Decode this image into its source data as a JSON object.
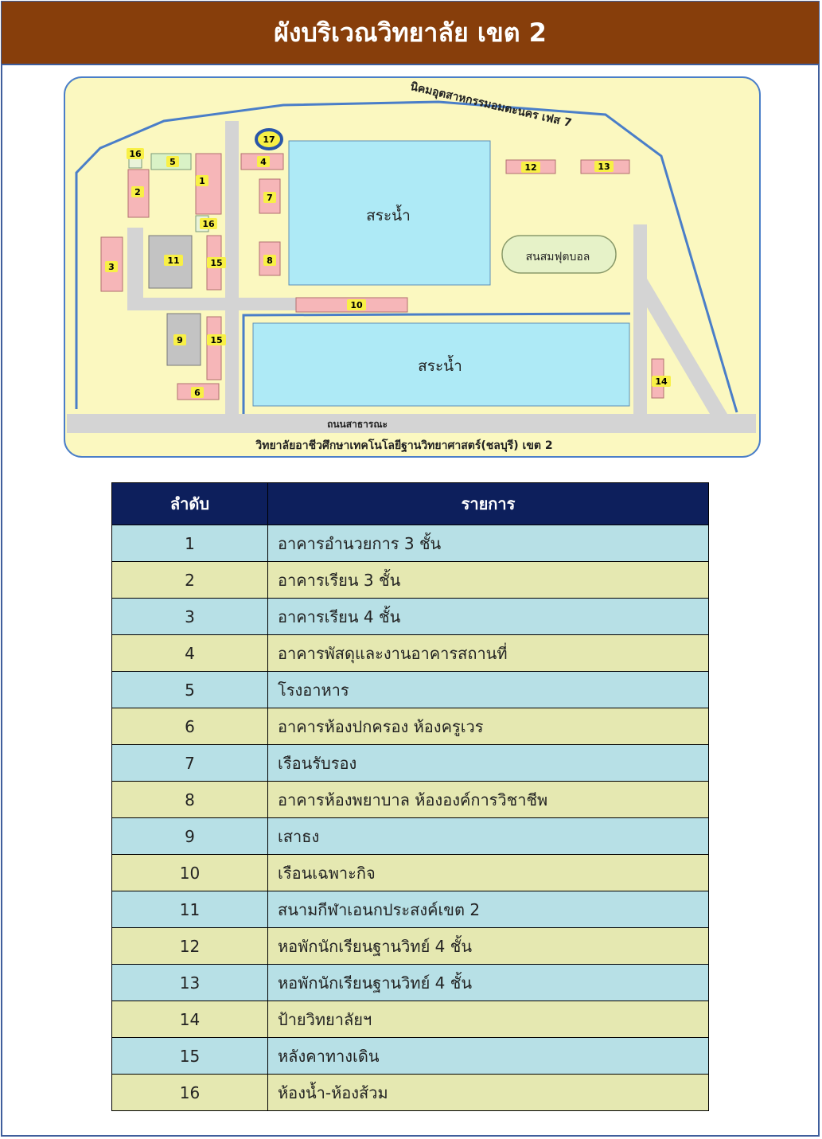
{
  "header": {
    "title": "ผังบริเวณวิทยาลัย เขต 2"
  },
  "map": {
    "north_label": "นิคมอุตสาหกรรมอมตะนคร เฟส 7",
    "pond_top_label": "สระน้ำ",
    "pond_bottom_label": "สระน้ำ",
    "field_label": "สนสมฟุตบอล",
    "road_label": "ถนนสาธารณะ",
    "college_label": "วิทยาลัยอาชีวศึกษาเทคโนโลยีฐานวิทยาศาสตร์(ชลบุรี)  เขต 2",
    "markers": [
      "1",
      "2",
      "3",
      "4",
      "5",
      "6",
      "7",
      "8",
      "9",
      "10",
      "11",
      "12",
      "13",
      "14",
      "15",
      "15",
      "16",
      "16",
      "17"
    ],
    "colors": {
      "land": "#fbf8c0",
      "road": "#d4d4d4",
      "pond": "#aeeaf6",
      "building": "#f6b6b8",
      "marker": "#f8f046",
      "boundary": "#4a7ec8"
    }
  },
  "legend": {
    "col_no": "ลำดับ",
    "col_item": "รายการ",
    "rows": [
      {
        "no": "1",
        "item": "อาคารอำนวยการ 3 ชั้น"
      },
      {
        "no": "2",
        "item": "อาคารเรียน 3 ชั้น"
      },
      {
        "no": "3",
        "item": "อาคารเรียน 4 ชั้น"
      },
      {
        "no": "4",
        "item": "อาคารพัสดุและงานอาคารสถานที่"
      },
      {
        "no": "5",
        "item": "โรงอาหาร"
      },
      {
        "no": "6",
        "item": "อาคารห้องปกครอง ห้องครูเวร"
      },
      {
        "no": "7",
        "item": "เรือนรับรอง"
      },
      {
        "no": "8",
        "item": "อาคารห้องพยาบาล ห้ององค์การวิชาชีพ"
      },
      {
        "no": "9",
        "item": "เสาธง"
      },
      {
        "no": "10",
        "item": "เรือนเฉพาะกิจ"
      },
      {
        "no": "11",
        "item": "สนามกีฬาเอนกประสงค์เขต 2"
      },
      {
        "no": "12",
        "item": "หอพักนักเรียนฐานวิทย์ 4 ชั้น"
      },
      {
        "no": "13",
        "item": "หอพักนักเรียนฐานวิทย์ 4 ชั้น"
      },
      {
        "no": "14",
        "item": "ป้ายวิทยาลัยฯ"
      },
      {
        "no": "15",
        "item": "หลังคาทางเดิน"
      },
      {
        "no": "16",
        "item": "ห้องน้ำ-ห้องส้วม"
      }
    ]
  }
}
